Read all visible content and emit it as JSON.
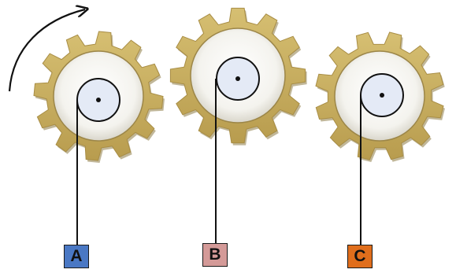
{
  "colors": {
    "gear_fill": "#C8AE5E",
    "gear_shadow": "#8E7C45",
    "gear_inner": "#F7F6F1",
    "hub_fill": "#E4EAF6",
    "line": "#111111",
    "arrow": "#111111"
  },
  "rotation_indicator": {
    "icon": "curved-arrow-clockwise"
  },
  "gears": [
    {
      "id": "A",
      "label": "A",
      "label_color": "#4A78C4"
    },
    {
      "id": "B",
      "label": "B",
      "label_color": "#D49A98"
    },
    {
      "id": "C",
      "label": "C",
      "label_color": "#E06E1C"
    }
  ]
}
